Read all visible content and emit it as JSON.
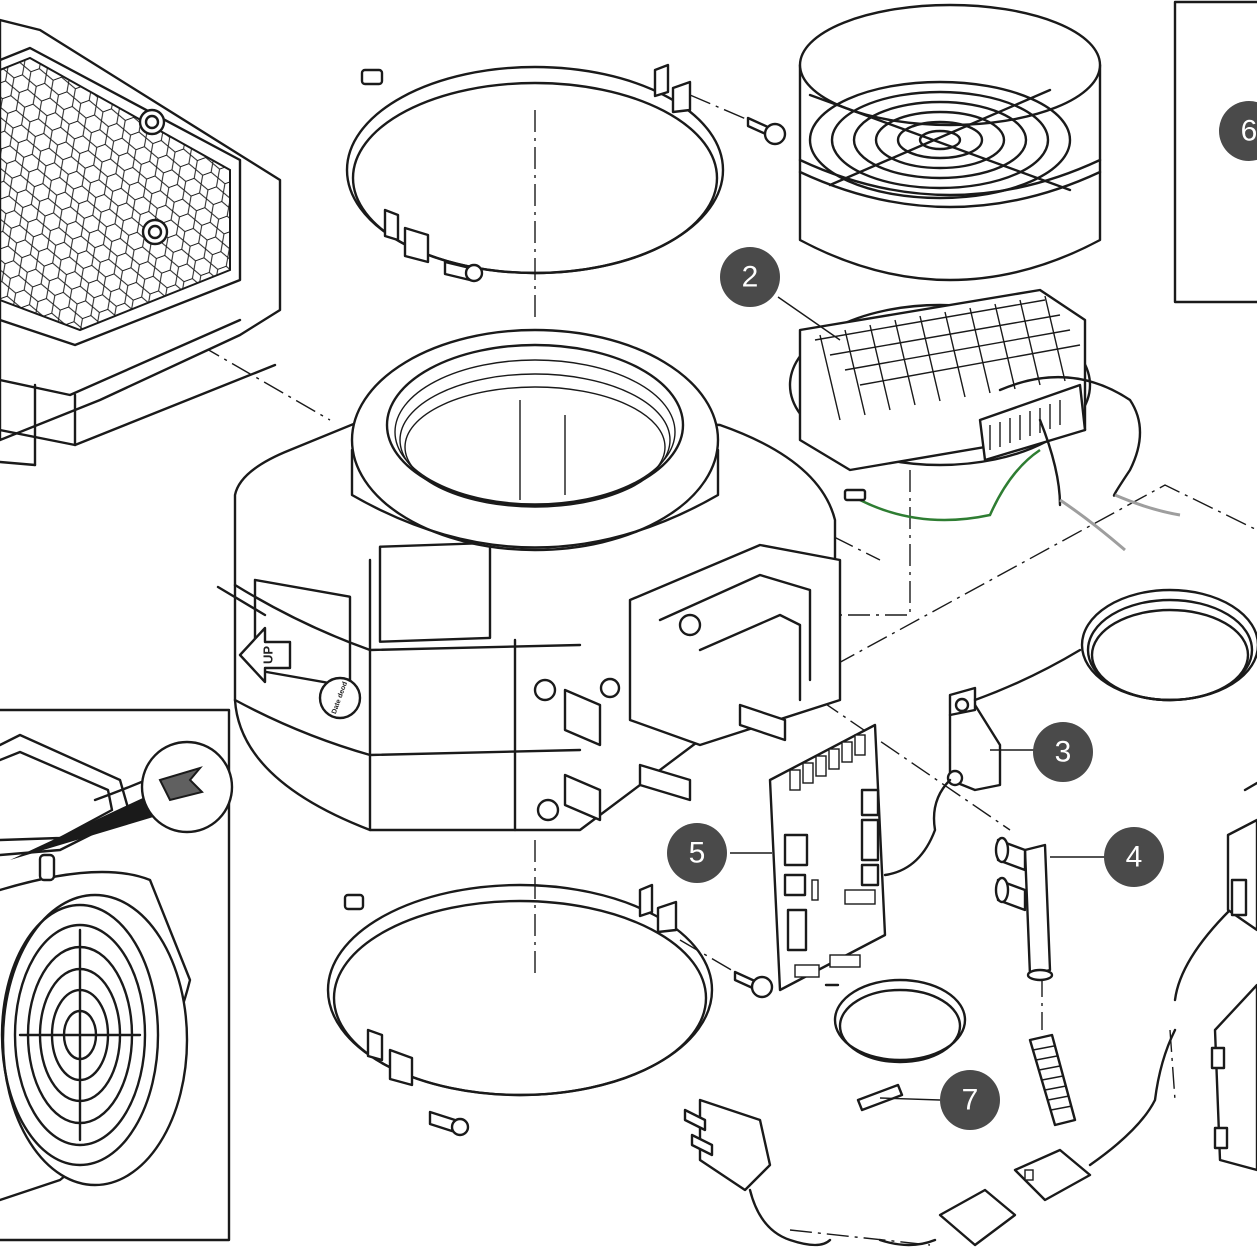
{
  "diagram": {
    "callouts": [
      {
        "id": "callout-2",
        "label": "2"
      },
      {
        "id": "callout-3",
        "label": "3"
      },
      {
        "id": "callout-4",
        "label": "4"
      },
      {
        "id": "callout-5",
        "label": "5"
      },
      {
        "id": "callout-6",
        "label": "6"
      },
      {
        "id": "callout-7",
        "label": "7"
      }
    ],
    "housing_arrow_label": "UP",
    "housing_sticker_label": "Date\ndeod",
    "colors": {
      "badge": "#4a4a4a",
      "line": "#1a1a1a",
      "ground_wire": "#2e7d32",
      "grey_wire": "#9e9e9e"
    }
  }
}
